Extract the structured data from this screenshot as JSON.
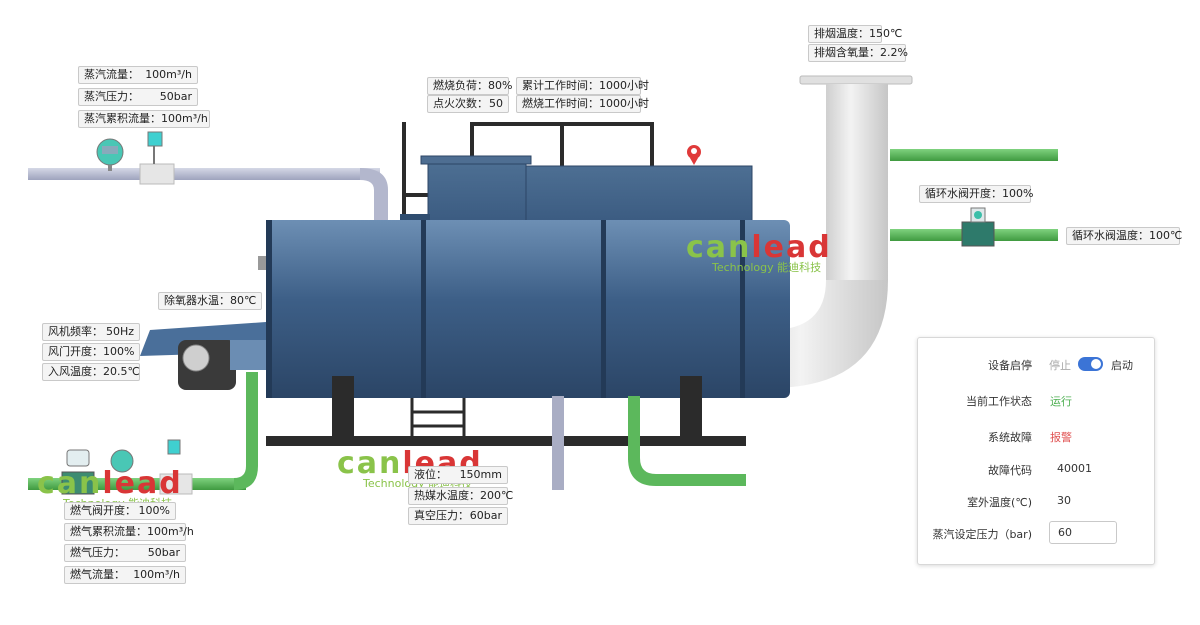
{
  "colors": {
    "steam_pipe": "#b7bcd3",
    "gas_pipe": "#5cb85c",
    "boiler_body": "#3d5f87",
    "chimney": "#e4e4e4",
    "running": "#4caf50",
    "alarm": "#e05252",
    "switch_on": "#3b74d6"
  },
  "tags": {
    "steam_flow": {
      "label": "蒸汽流量：",
      "value": "100m³/h"
    },
    "steam_pressure": {
      "label": "蒸汽压力：",
      "value": "50bar"
    },
    "steam_total_flow": {
      "label": "蒸汽累积流量：",
      "value": "100m³/h"
    },
    "combustion_load": {
      "label": "燃烧负荷：",
      "value": "80%"
    },
    "ignition_count": {
      "label": "点火次数：",
      "value": "50"
    },
    "total_work_time": {
      "label": "累计工作时间：",
      "value": "1000小时"
    },
    "burn_work_time": {
      "label": "燃烧工作时间：",
      "value": "1000小时"
    },
    "flue_temp": {
      "label": "排烟温度：",
      "value": "150℃"
    },
    "flue_oxygen": {
      "label": "排烟含氧量：",
      "value": "2.2%"
    },
    "circ_valve_open": {
      "label": "循环水阀开度：",
      "value": "100%"
    },
    "circ_valve_temp": {
      "label": "循环水阀温度：",
      "value": "100℃"
    },
    "deaerator_temp": {
      "label": "除氧器水温：",
      "value": "80℃"
    },
    "fan_freq": {
      "label": "风机频率：",
      "value": "50Hz"
    },
    "damper_open": {
      "label": "风门开度：",
      "value": "100%"
    },
    "inlet_temp": {
      "label": "入风温度：",
      "value": "20.5℃"
    },
    "gas_valve_open": {
      "label": "燃气阀开度：",
      "value": "100%"
    },
    "gas_total_flow": {
      "label": "燃气累积流量：",
      "value": "100m³/h"
    },
    "gas_pressure": {
      "label": "燃气压力：",
      "value": "50bar"
    },
    "gas_flow": {
      "label": "燃气流量：",
      "value": "100m³/h"
    },
    "water_level": {
      "label": "液位：",
      "value": "150mm"
    },
    "thermal_water_temp": {
      "label": "热媒水温度：",
      "value": "200℃"
    },
    "vacuum_pressure": {
      "label": "真空压力：",
      "value": "60bar"
    }
  },
  "logo": {
    "word_a": "can",
    "word_b": "lead",
    "sub": "Technology 能迪科技"
  },
  "panel": {
    "start_stop": {
      "label": "设备启停",
      "off": "停止",
      "on": "启动"
    },
    "status": {
      "label": "当前工作状态",
      "value": "运行"
    },
    "fault": {
      "label": "系统故障",
      "value": "报警"
    },
    "fault_code": {
      "label": "故障代码",
      "value": "40001"
    },
    "outdoor_temp": {
      "label": "室外温度(℃)",
      "value": "30"
    },
    "steam_setpoint": {
      "label": "蒸汽设定压力（bar)",
      "value": "60"
    }
  }
}
